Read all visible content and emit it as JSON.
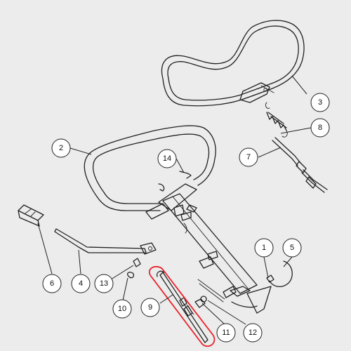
{
  "diagram": {
    "highlighted_callout": "9",
    "highlight_color": "#e8232a",
    "callouts": [
      {
        "id": "1",
        "label": "1"
      },
      {
        "id": "2",
        "label": "2"
      },
      {
        "id": "3",
        "label": "3"
      },
      {
        "id": "4",
        "label": "4"
      },
      {
        "id": "5",
        "label": "5"
      },
      {
        "id": "6",
        "label": "6"
      },
      {
        "id": "7",
        "label": "7"
      },
      {
        "id": "8",
        "label": "8"
      },
      {
        "id": "9",
        "label": "9"
      },
      {
        "id": "10",
        "label": "10"
      },
      {
        "id": "11",
        "label": "11"
      },
      {
        "id": "12",
        "label": "12"
      },
      {
        "id": "13",
        "label": "13"
      },
      {
        "id": "14",
        "label": "14"
      }
    ]
  }
}
